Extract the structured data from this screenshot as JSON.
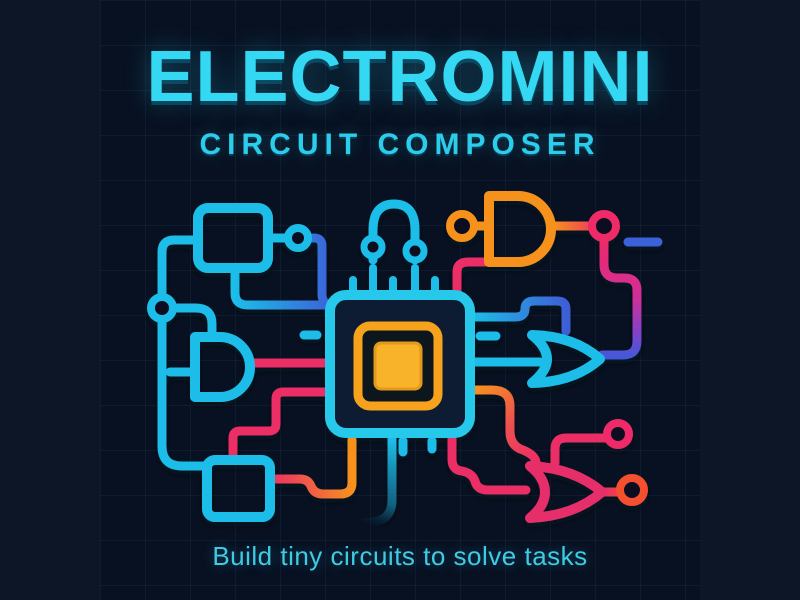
{
  "branding": {
    "title": "ELECTROMINI",
    "subtitle": "CIRCUIT COMPOSER",
    "tagline": "Build tiny circuits to solve tasks"
  },
  "theme": {
    "frame_bg": "#0d1626",
    "canvas_bg": "#081122",
    "grid_line": "rgba(90,130,185,0.09)",
    "title_color": "#35d8f3",
    "subtitle_color": "#2ccdea",
    "tagline_color": "#3fcbe4",
    "wire_cyan": "#1dbde8",
    "wire_blue": "#3a62d8",
    "wire_orange": "#f6921e",
    "wire_pink": "#ec2e66",
    "wire_magenta": "#b23bc4",
    "ring_red": "#f4502e",
    "chip_core_yellow": "#f9b32c",
    "chip_body": "#0d1f33"
  },
  "illustration": {
    "description": "stylized circuit-board artwork",
    "components": [
      "microchip with yellow core",
      "and-gate (cyan)",
      "and-gate (orange)",
      "or-gate (cyan)",
      "or-gate (pink)",
      "module-square (top-left)",
      "module-square (bottom-left)",
      "junction-node rings",
      "wire traces"
    ]
  }
}
